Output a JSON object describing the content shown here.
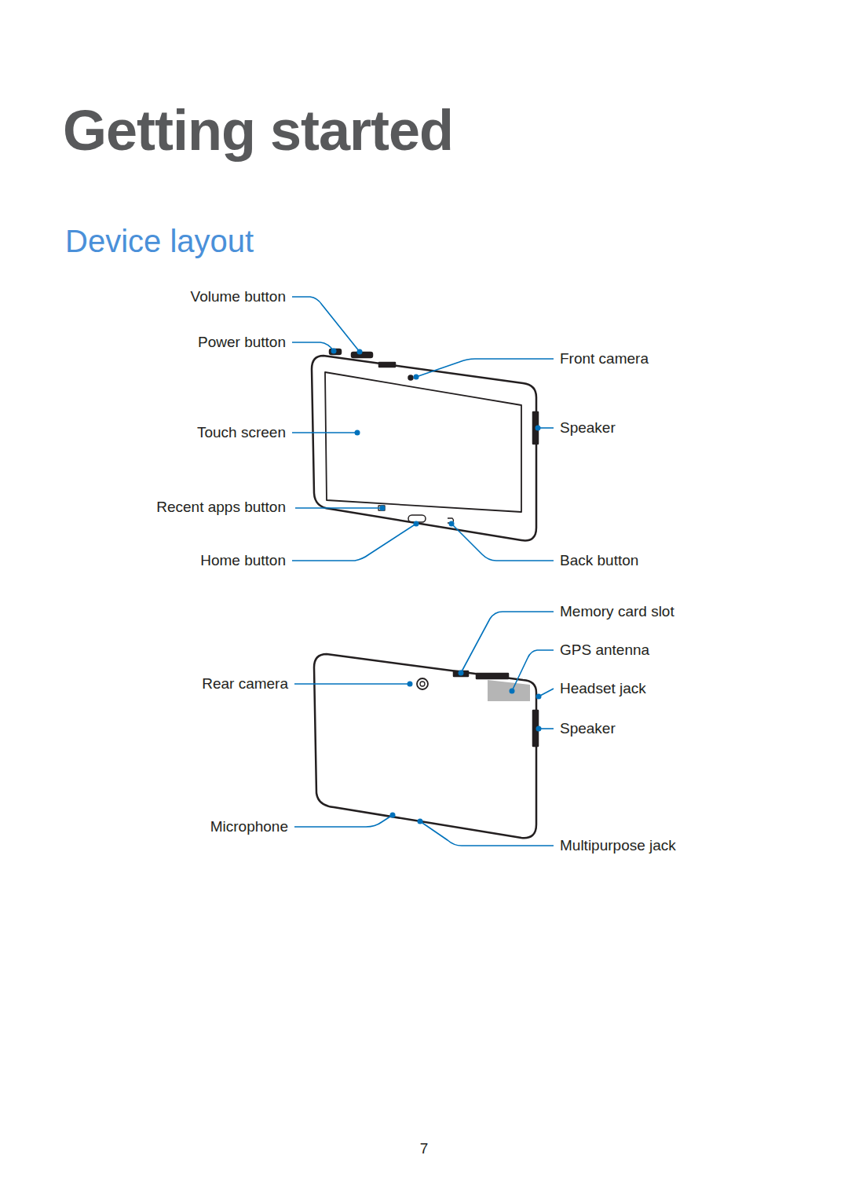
{
  "diagram": {
    "title": "Getting started",
    "labels": [
      "Device layout",
      "Volume button",
      "Power button",
      "Front camera",
      "Touch screen",
      "Speaker",
      "Recent apps button",
      "Home button",
      "Back button",
      "Memory card slot",
      "GPS antenna",
      "Rear camera",
      "Headset jack",
      "Speaker",
      "Microphone",
      "Multipurpose jack",
      "7"
    ]
  }
}
